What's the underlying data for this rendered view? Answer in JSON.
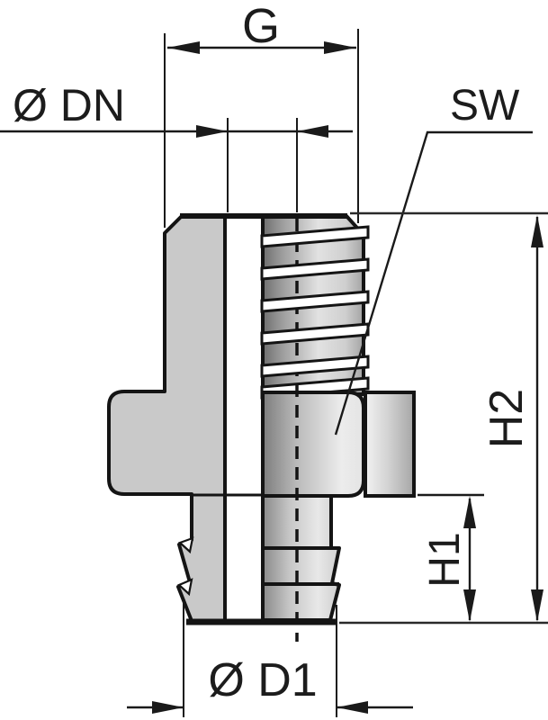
{
  "drawing": {
    "type": "technical-drawing",
    "subject": "threaded hose nipple fitting, half-section view",
    "dimensions": {
      "g": {
        "label": "G"
      },
      "dn": {
        "label": "Ø DN"
      },
      "sw": {
        "label": "SW"
      },
      "h2": {
        "label": "H2"
      },
      "h1": {
        "label": "H1"
      },
      "d1": {
        "label": "Ø D1"
      }
    },
    "colors": {
      "background": "#ffffff",
      "outline": "#141414",
      "dimension_line": "#1a1a1a",
      "section_fill": "#c9c9c9",
      "thread_rib": "#ffffff"
    }
  }
}
